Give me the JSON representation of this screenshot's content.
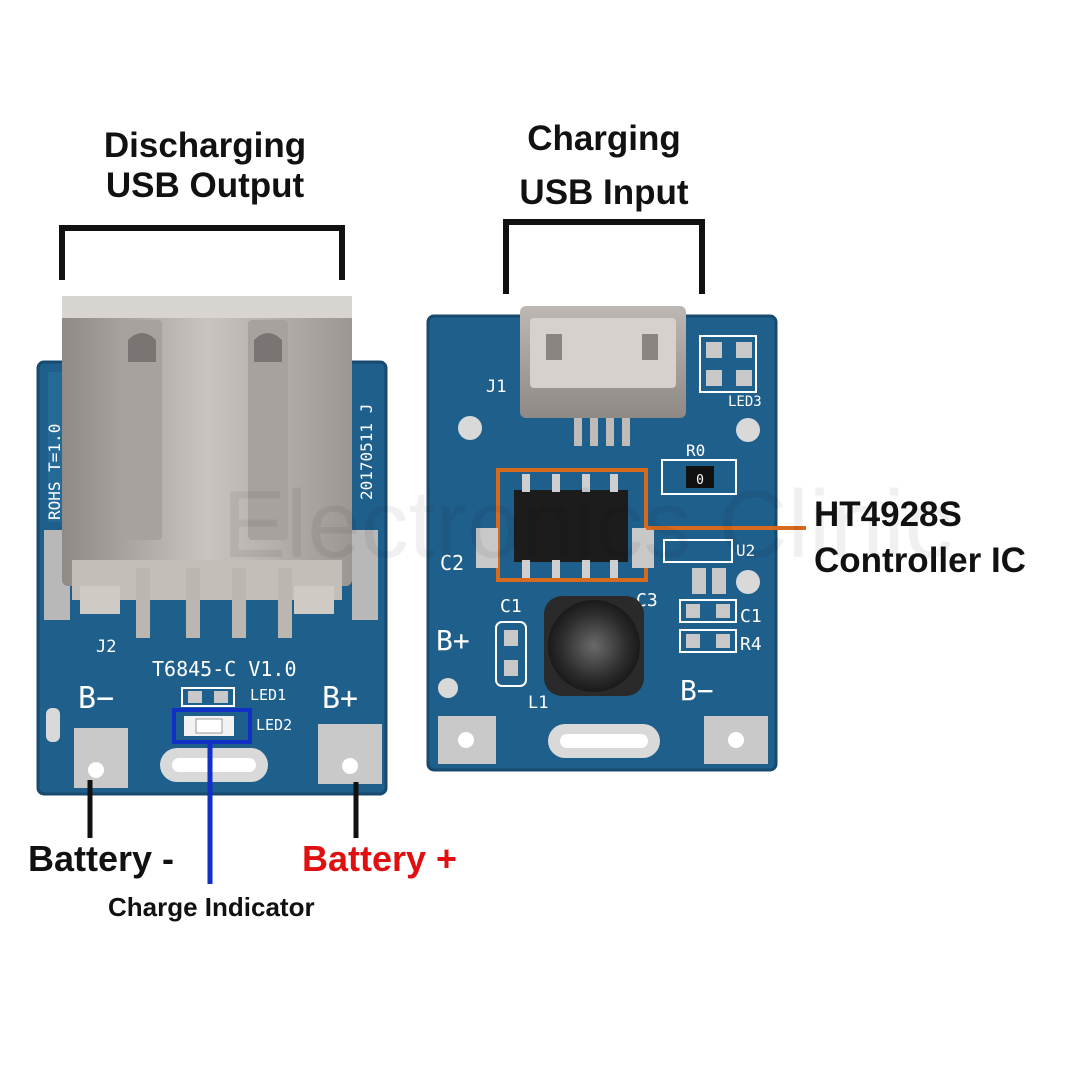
{
  "labels": {
    "discharging_line1": "Discharging",
    "discharging_line2": "USB Output",
    "charging_line1": "Charging",
    "charging_line2": "USB Input",
    "ic_line1": "HT4928S",
    "ic_line2": "Controller IC",
    "battery_minus": "Battery -",
    "battery_plus": "Battery +",
    "charge_indicator": "Charge Indicator"
  },
  "left_board": {
    "model": "T6845-C V1.0",
    "rohs": "ROHS T=1.0",
    "date": "20170511 J",
    "j2": "J2",
    "b_minus": "B−",
    "b_plus": "B+",
    "led1": "LED1",
    "led2": "LED2"
  },
  "right_board": {
    "j1": "J1",
    "r0": "R0",
    "r0_value": "0",
    "c2": "C2",
    "u2": "U2",
    "c3": "C3",
    "c1_left": "C1",
    "c1_right": "C1",
    "r4": "R4",
    "led3": "LED3",
    "l1": "L1",
    "b_plus": "B+",
    "b_minus": "B−"
  },
  "watermark": "Electronics Clinic",
  "colors": {
    "pcb": "#1f5f8c",
    "callout_black": "#111111",
    "ic_highlight": "#d86a1e",
    "led_highlight": "#1030c8",
    "battery_plus_text": "#e01010"
  }
}
